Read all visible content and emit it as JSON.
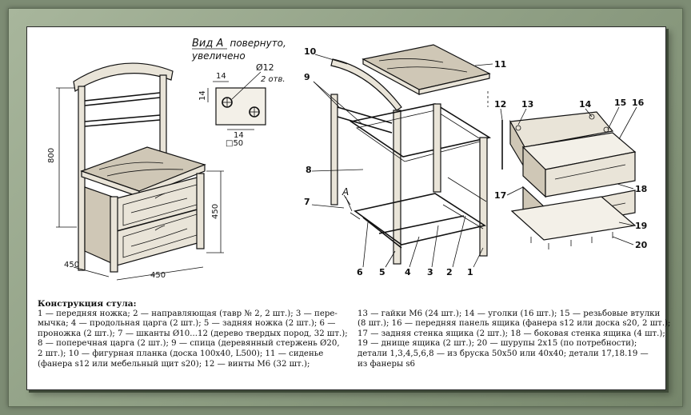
{
  "view_a": {
    "title_italic": "Вид А",
    "title_rest": "повернуто,",
    "title_line2": "увеличено",
    "dim_14_top": "14",
    "dim_14_side": "14",
    "dim_14_bottom": "14",
    "dim_diam": "Ø12",
    "dim_holes": "2 отв.",
    "dim_square": "□50"
  },
  "chair_dims": {
    "height": "800",
    "seat_height": "450",
    "depth": "450",
    "width": "450"
  },
  "callouts": [
    "10",
    "11",
    "9",
    "12",
    "13",
    "14",
    "15",
    "16",
    "8",
    "17",
    "18",
    "7",
    "A",
    "19",
    "20",
    "6",
    "5",
    "4",
    "3",
    "2",
    "1"
  ],
  "legend_left": {
    "title": "Конструкция стула:",
    "lines": [
      "1 — передняя ножка; 2 — направляющая (тавр № 2, 2 шт.); 3 — пере-",
      "мычка; 4 — продольная царга (2 шт.); 5 — задняя ножка (2 шт.); 6 —",
      "проножка (2 шт.); 7 — шканты Ø10...12 (дерево твердых пород, 32 шт.);",
      "8 — поперечная царга (2 шт.); 9 — спица (деревянный стержень Ø20,",
      "2 шт.); 10 — фигурная планка (доска 100х40, L500); 11 — сиденье",
      "(фанера s12 или мебельный щит s20); 12 — винты М6 (32 шт.);"
    ]
  },
  "legend_right": {
    "lines": [
      "13 — гайки М6 (24 шт.); 14 — уголки (16 шт.); 15 — резьбовые втулки",
      "(8 шт.); 16 — передняя панель ящика (фанера s12 или доска s20, 2 шт.);",
      "17 — задняя стенка ящика (2 шт.); 18 — боковая стенка ящика (4 шт.);",
      "19 — днище ящика (2 шт.); 20 — шурупы 2х15 (по потребности);",
      "детали 1,3,4,5,6,8 — из бруска 50х50 или 40х40; детали 17,18.19 —",
      "из фанеры s6"
    ]
  }
}
